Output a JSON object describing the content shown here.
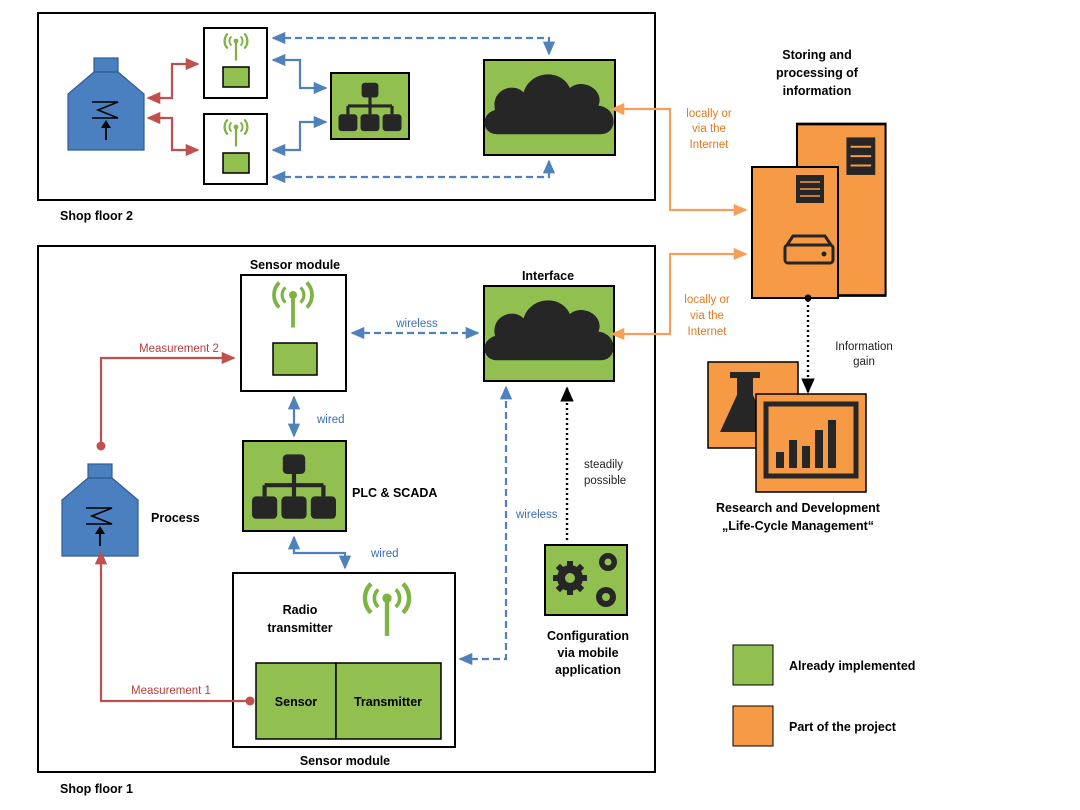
{
  "shop_floor_2": {
    "label": "Shop floor 2"
  },
  "shop_floor_1": {
    "label": "Shop floor 1",
    "sensor_module_top_label": "Sensor module",
    "sensor_module_bottom_label": "Sensor module",
    "interface_label": "Interface",
    "plc_label": "PLC & SCADA",
    "process_label": "Process",
    "radio_transmitter_label": [
      "Radio",
      "transmitter"
    ],
    "sensor_cell": "Sensor",
    "transmitter_cell": "Transmitter",
    "configuration_label": [
      "Configuration",
      "via mobile",
      "application"
    ]
  },
  "links": {
    "wireless_top": "wireless",
    "wired_1": "wired",
    "wired_2": "wired",
    "wireless_vertical": "wireless",
    "steadily_possible": [
      "steadily",
      "possible"
    ],
    "measurement_1": "Measurement 1",
    "measurement_2": "Measurement 2",
    "internet_top": [
      "locally or",
      "via the",
      "Internet"
    ],
    "internet_bottom": [
      "locally or",
      "via the",
      "Internet"
    ],
    "information_gain": [
      "Information",
      "gain"
    ]
  },
  "storage": {
    "title": [
      "Storing and",
      "processing of",
      "information"
    ]
  },
  "rnd": {
    "title": [
      "Research and Development",
      "„Life-Cycle Management“"
    ]
  },
  "legend": {
    "items": [
      {
        "label": "Already implemented",
        "color": "#92c050"
      },
      {
        "label": "Part of the project",
        "color": "#f79a45"
      }
    ]
  },
  "colors": {
    "green": "#92c050",
    "orange": "#f79a45",
    "blue_arrow": "#4f81bd",
    "red_arrow": "#c0504d",
    "orange_arrow": "#f5a05a",
    "process_blue": "#4a7fc0",
    "antenna_green": "#7cb342"
  }
}
